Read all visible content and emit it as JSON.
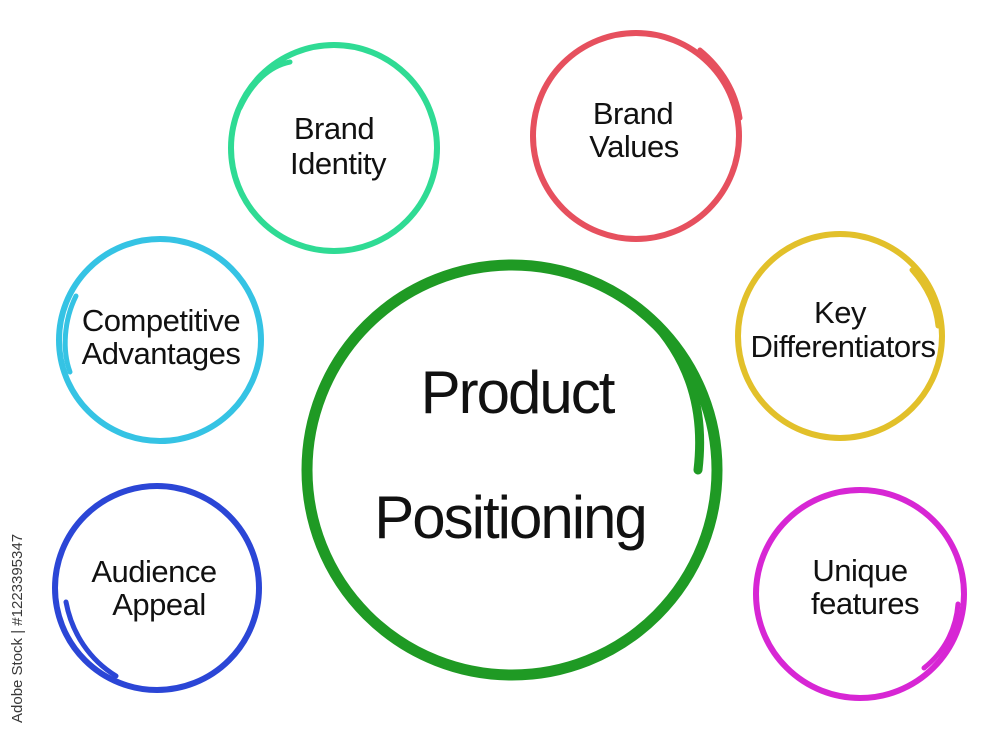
{
  "diagram": {
    "center": {
      "line1": "Product",
      "line2": "Positioning",
      "color": "#1f9a24"
    },
    "nodes": [
      {
        "id": "brand-identity",
        "line1": "Brand",
        "line2": "Identity",
        "color": "#2fdb94"
      },
      {
        "id": "brand-values",
        "line1": "Brand",
        "line2": "Values",
        "color": "#e6505e"
      },
      {
        "id": "competitive-advantages",
        "line1": "Competitive",
        "line2": "Advantages",
        "color": "#35c3e4"
      },
      {
        "id": "key-differentiators",
        "line1": "Key",
        "line2": "Differentiators",
        "color": "#e2c02a"
      },
      {
        "id": "audience-appeal",
        "line1": "Audience",
        "line2": "Appeal",
        "color": "#2b46d6"
      },
      {
        "id": "unique-features",
        "line1": "Unique",
        "line2": "features",
        "color": "#d726d4"
      }
    ]
  },
  "watermark": {
    "text": "Adobe Stock | #1223395347"
  }
}
